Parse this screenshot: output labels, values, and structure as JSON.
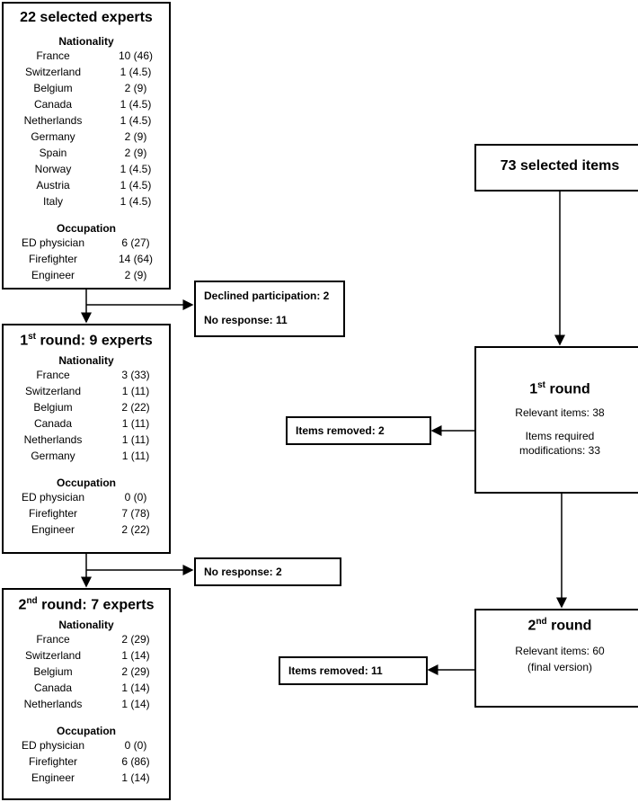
{
  "left": {
    "box1": {
      "title": "22 selected experts",
      "nationality_label": "Nationality",
      "nationality": [
        {
          "label": "France",
          "value": "10 (46)"
        },
        {
          "label": "Switzerland",
          "value": "1 (4.5)"
        },
        {
          "label": "Belgium",
          "value": "2 (9)"
        },
        {
          "label": "Canada",
          "value": "1 (4.5)"
        },
        {
          "label": "Netherlands",
          "value": "1 (4.5)"
        },
        {
          "label": "Germany",
          "value": "2 (9)"
        },
        {
          "label": "Spain",
          "value": "2 (9)"
        },
        {
          "label": "Norway",
          "value": "1 (4.5)"
        },
        {
          "label": "Austria",
          "value": "1 (4.5)"
        },
        {
          "label": "Italy",
          "value": "1 (4.5)"
        }
      ],
      "occupation_label": "Occupation",
      "occupation": [
        {
          "label": "ED physician",
          "value": "6 (27)"
        },
        {
          "label": "Firefighter",
          "value": "14 (64)"
        },
        {
          "label": "Engineer",
          "value": "2 (9)"
        }
      ]
    },
    "exclusion1": {
      "line1": "Declined participation: 2",
      "line2": "No response: 11"
    },
    "box2": {
      "title_pre": "1",
      "title_sup": "st",
      "title_post": " round: 9 experts",
      "nationality_label": "Nationality",
      "nationality": [
        {
          "label": "France",
          "value": "3 (33)"
        },
        {
          "label": "Switzerland",
          "value": "1 (11)"
        },
        {
          "label": "Belgium",
          "value": "2 (22)"
        },
        {
          "label": "Canada",
          "value": "1 (11)"
        },
        {
          "label": "Netherlands",
          "value": "1 (11)"
        },
        {
          "label": "Germany",
          "value": "1 (11)"
        }
      ],
      "occupation_label": "Occupation",
      "occupation": [
        {
          "label": "ED physician",
          "value": "0 (0)"
        },
        {
          "label": "Firefighter",
          "value": "7 (78)"
        },
        {
          "label": "Engineer",
          "value": "2 (22)"
        }
      ]
    },
    "exclusion2": {
      "line1": "No response: 2"
    },
    "box3": {
      "title_pre": "2",
      "title_sup": "nd",
      "title_post": " round: 7 experts",
      "nationality_label": "Nationality",
      "nationality": [
        {
          "label": "France",
          "value": "2 (29)"
        },
        {
          "label": "Switzerland",
          "value": "1 (14)"
        },
        {
          "label": "Belgium",
          "value": "2 (29)"
        },
        {
          "label": "Canada",
          "value": "1 (14)"
        },
        {
          "label": "Netherlands",
          "value": "1 (14)"
        }
      ],
      "occupation_label": "Occupation",
      "occupation": [
        {
          "label": "ED physician",
          "value": "0 (0)"
        },
        {
          "label": "Firefighter",
          "value": "6 (86)"
        },
        {
          "label": "Engineer",
          "value": "1 (14)"
        }
      ]
    }
  },
  "right": {
    "items_box": {
      "title": "73 selected items"
    },
    "round1": {
      "title_pre": "1",
      "title_sup": "st",
      "title_post": " round",
      "relevant": "Relevant items: 38",
      "modified_line1": "Items required",
      "modified_line2": "modifications: 33"
    },
    "removed1": {
      "text": "Items removed: 2"
    },
    "round2": {
      "title_pre": "2",
      "title_sup": "nd",
      "title_post": " round",
      "relevant": "Relevant items: 60",
      "final": "(final version)"
    },
    "removed2": {
      "text": "Items removed: 11"
    }
  }
}
